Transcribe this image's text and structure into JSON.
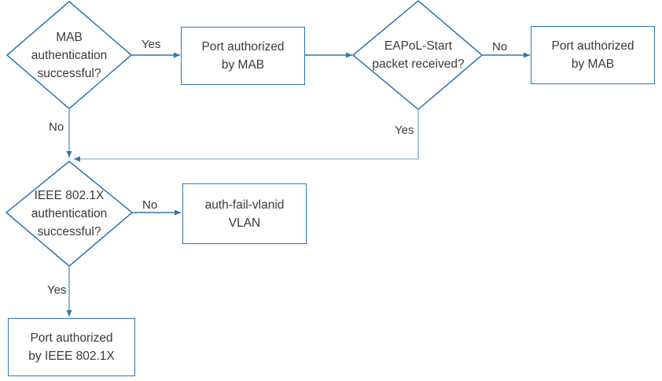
{
  "diagram": {
    "type": "flowchart",
    "colors": {
      "shape_outline": "#2E75B6",
      "connector": "#2E75B6",
      "connector_light": "#9DC3E6",
      "text": "#3A3A3A",
      "background": "#FFFFFF"
    },
    "nodes": {
      "mab_decision": {
        "shape": "diamond",
        "label": "MAB\nauthentication\nsuccessful?"
      },
      "port_mab_top": {
        "shape": "rectangle",
        "label": "Port authorized\nby MAB"
      },
      "eapol_decision": {
        "shape": "diamond",
        "label": "EAPoL-Start\npacket received?"
      },
      "port_mab_right": {
        "shape": "rectangle",
        "label": "Port authorized\nby MAB"
      },
      "dot1x_decision": {
        "shape": "diamond",
        "label": "IEEE 802.1X\nauthentication\nsuccessful?"
      },
      "auth_fail_vlan": {
        "shape": "rectangle",
        "label": "auth-fail-vlanid\nVLAN"
      },
      "port_dot1x": {
        "shape": "rectangle",
        "label": "Port authorized\nby IEEE 802.1X"
      }
    },
    "edge_labels": {
      "mab_yes": "Yes",
      "mab_no": "No",
      "eapol_no": "No",
      "eapol_yes": "Yes",
      "dot1x_no": "No",
      "dot1x_yes": "Yes"
    }
  }
}
